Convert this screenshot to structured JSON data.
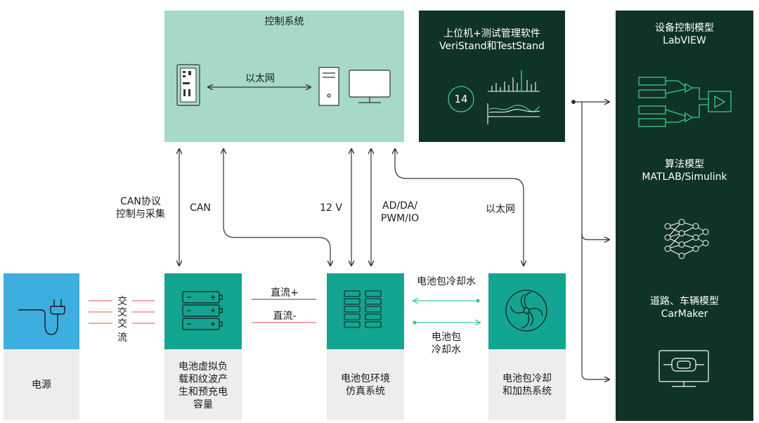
{
  "control_system": {
    "title": "控制系统",
    "ethernet_label": "以太网"
  },
  "host_software": {
    "line1": "上位机+测试管理软件",
    "line2": "VeriStand和TestStand",
    "badge": "14"
  },
  "models": {
    "labview": {
      "line1": "设备控制模型",
      "line2": "LabVIEW"
    },
    "matlab": {
      "line1": "算法模型",
      "line2": "MATLAB/Simulink"
    },
    "carmaker": {
      "line1": "道路、车辆模型",
      "line2": "CarMaker"
    }
  },
  "links": {
    "can_protocol_1": "CAN协议",
    "can_protocol_2": "控制与采集",
    "can": "CAN",
    "v12": "12 V",
    "adda_1": "AD/DA/",
    "adda_2": "PWM/IO",
    "ethernet": "以太网",
    "dc_plus": "直流+",
    "dc_minus": "直流-",
    "ac": [
      "交",
      "交",
      "交",
      "流"
    ],
    "coolant_top": "电池包冷却水",
    "coolant_bottom_1": "电池包",
    "coolant_bottom_2": "冷却水"
  },
  "blocks": {
    "power": {
      "label": "电源"
    },
    "virtual_load": {
      "lines": [
        "电池虚拟负",
        "载和纹波产",
        "生和预充电",
        "容量"
      ]
    },
    "env_sim": {
      "lines": [
        "电池包环境",
        "仿真系统"
      ]
    },
    "cooling": {
      "lines": [
        "电池包冷却",
        "和加热系统"
      ]
    }
  },
  "colors": {
    "control_bg": "#a6d9c8",
    "dark_green": "#0f3326",
    "teal": "#12a591",
    "power_blue": "#3daee0",
    "grey_label": "#ededed",
    "accent_green": "#3ec98f",
    "ac_red": "#e05050"
  }
}
